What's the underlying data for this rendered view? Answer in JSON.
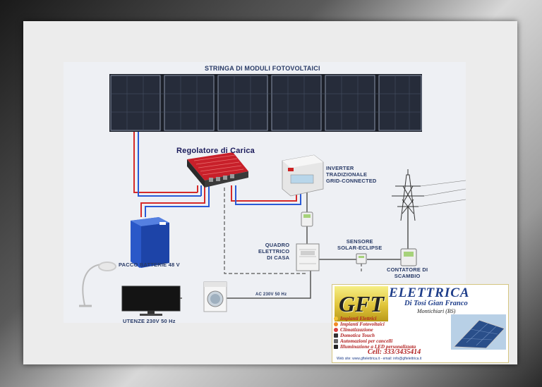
{
  "diagram": {
    "title": "STRINGA DI MODULI FOTOVOLTAICI",
    "charge_controller": "Regolatore di Carica",
    "inverter": [
      "INVERTER",
      "TRADIZIONALE",
      "GRID-CONNECTED"
    ],
    "battery": "PACCO BATTERIE 48 V",
    "distribution_board": [
      "QUADRO",
      "ELETTRICO",
      "DI CASA"
    ],
    "sensor": [
      "SENSORE",
      "SOLAR-ECLIPSE"
    ],
    "meter": [
      "CONTATORE DI",
      "SCAMBIO"
    ],
    "loads": "UTENZE 230V 50 Hz",
    "ac_line": "AC 230V 50 Hz"
  },
  "card": {
    "logo": "GFT",
    "brand": "ELETTRICA",
    "owner": "Di Tosi Gian Franco",
    "town": "Montichiari (BS)",
    "services": [
      "Impianti Elettrici",
      "Impianti Fotovoltaici",
      "Climatizzazione",
      "Domotica Touch",
      "Automazioni per cancelli",
      "Illuminazione a LED personalizzata"
    ],
    "phone": "Cell: 333/3435414",
    "web": "Web site: www.gftelettrica.it   -   email: info@gftelettrica.it"
  },
  "colors": {
    "dc_positive": "#d62a2a",
    "dc_negative": "#2a5ad6",
    "label": "#283a66",
    "brand": "#1f3e8a"
  }
}
